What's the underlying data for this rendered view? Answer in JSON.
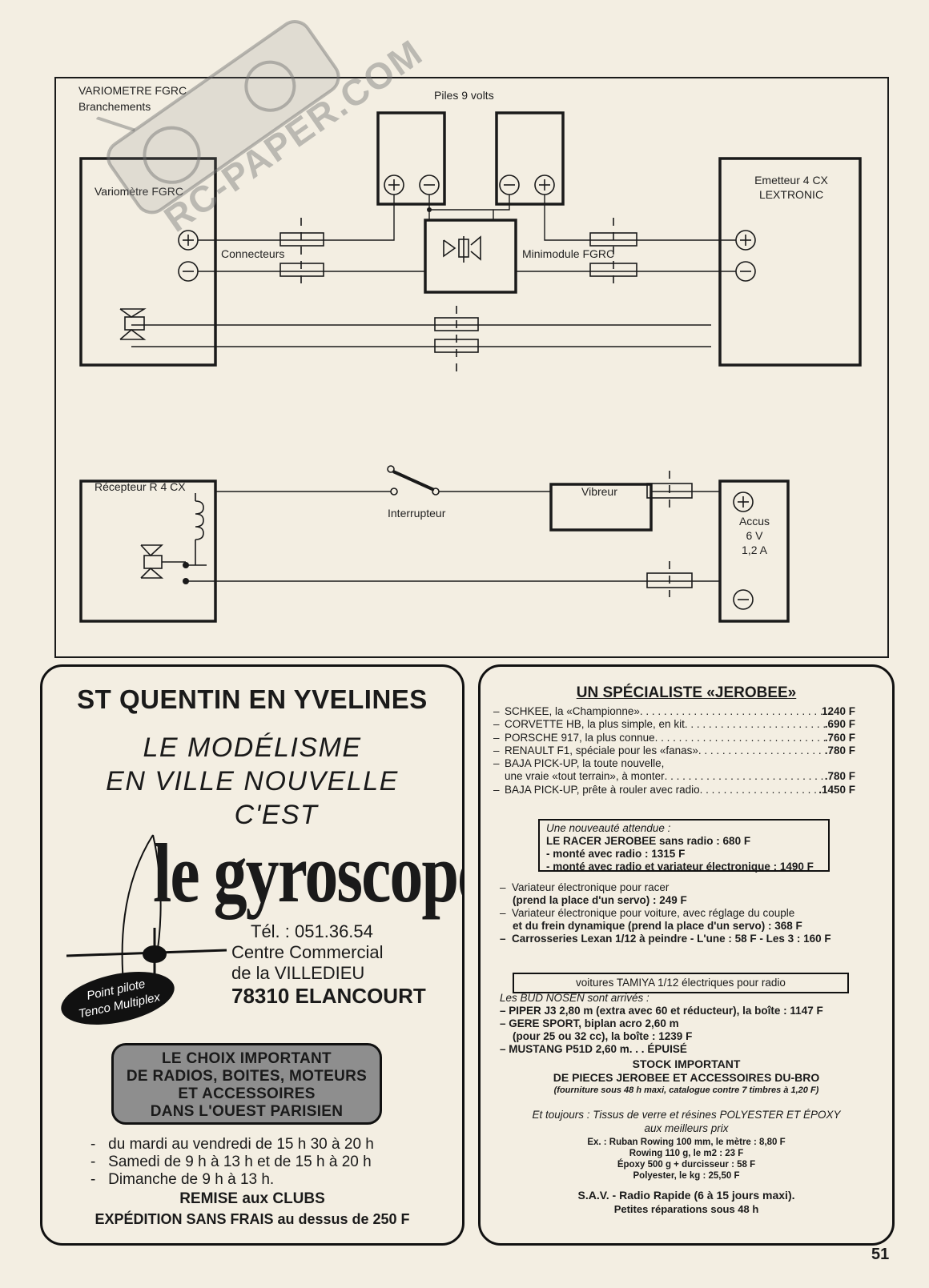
{
  "diagram": {
    "title": "VARIOMETRE FGRC",
    "subtitle": "Branchements",
    "batteries_label": "Piles 9 volts",
    "variometer_label": "Variomètre  FGRC",
    "connectors_label": "Connecteurs",
    "minimodule_label": "Minimodule FGRC",
    "transmitter_label": "Emetteur 4 CX\nLEXTRONIC",
    "receiver_label": "Récepteur R 4 CX",
    "switch_label": "Interrupteur",
    "vibrator_label": "Vibreur",
    "accu_label": "Accus\n6 V\n1,2 A",
    "plus": "+",
    "minus": "−"
  },
  "watermark": "RC-PAPER.COM",
  "ad_left": {
    "city": "ST QUENTIN EN YVELINES",
    "slogan": [
      "LE MODÉLISME",
      "EN VILLE NOUVELLE",
      "C'EST"
    ],
    "logo": "le gyroscope",
    "phone": "Tél. : 051.36.54",
    "address1": "Centre Commercial",
    "address2": "de la VILLEDIEU",
    "address3": "78310 ELANCOURT",
    "pilot_badge": [
      "Point pilote",
      "Tenco Multiplex"
    ],
    "choice_box": [
      "LE CHOIX IMPORTANT",
      "DE RADIOS, BOITES, MOTEURS",
      "ET ACCESSOIRES",
      "DANS L'OUEST PARISIEN"
    ],
    "hours": [
      "du mardi au vendredi de 15 h 30 à 20 h",
      "Samedi de 9 h à 13 h et de 15 h à 20 h",
      "Dimanche de 9 h à 13 h."
    ],
    "clubs": "REMISE aux CLUBS",
    "shipping": "EXPÉDITION SANS FRAIS au dessus de 250 F"
  },
  "ad_right": {
    "title": "UN SPÉCIALISTE «JEROBEE»",
    "products": [
      {
        "name": "SCHKEE, la «Championne»",
        "price": "1240 F"
      },
      {
        "name": "CORVETTE HB, la plus simple, en kit",
        "price": ".690 F"
      },
      {
        "name": "PORSCHE 917, la plus connue",
        "price": ".760 F"
      },
      {
        "name": "RENAULT F1, spéciale pour les «fanas»",
        "price": ".780 F"
      },
      {
        "name": "BAJA PICK-UP, la toute nouvelle,",
        "price": ""
      },
      {
        "name": "une vraie «tout terrain», à monter",
        "price": ".780 F",
        "indent": true
      },
      {
        "name": "BAJA PICK-UP, prête à rouler avec radio",
        "price": ".1450 F"
      }
    ],
    "news_title": "Une nouveauté attendue :",
    "news_lines": [
      "LE RACER JEROBEE sans radio : 680 F",
      "- monté avec radio : 1315 F",
      "- monté avec radio et variateur électronique : 1490 F"
    ],
    "variators": [
      "Variateur électronique pour racer",
      "(prend la place d'un servo) : 249 F",
      "Variateur électronique pour voiture, avec réglage du couple",
      "et du frein dynamique (prend la place d'un servo) : 368 F",
      "Carrosseries Lexan 1/12 à peindre - L'une : 58 F - Les 3 : 160 F"
    ],
    "tamiya": "voitures TAMIYA 1/12 électriques pour radio",
    "bud_title": "Les BUD NOSEN sont arrivés :",
    "bud_lines": [
      "PIPER J3 2,80 m (extra avec 60 et réducteur), la boîte : 1147 F",
      "GERE SPORT, biplan acro 2,60 m",
      "(pour 25 ou 32 cc), la boîte : 1239 F",
      "MUSTANG P51D 2,60 m. . .  ÉPUISÉ"
    ],
    "stock1": "STOCK IMPORTANT",
    "stock2": "DE PIECES JEROBEE ET ACCESSOIRES DU-BRO",
    "stock3": "(fourniture sous 48 h maxi, catalogue contre 7 timbres à 1,20 F)",
    "always1": "Et toujours : Tissus de verre et résines POLYESTER ET ÉPOXY",
    "always2": "aux meilleurs prix",
    "ex_lines": [
      "Ex. : Ruban Rowing 100 mm, le mètre : 8,80 F",
      "Rowing 110 g, le m2 : 23 F",
      "Époxy 500 g + durcisseur : 58 F",
      "Polyester, le kg : 25,50 F"
    ],
    "sav1": "S.A.V. - Radio Rapide (6 à 15 jours maxi).",
    "sav2": "Petites réparations sous 48 h"
  },
  "page_number": "51"
}
